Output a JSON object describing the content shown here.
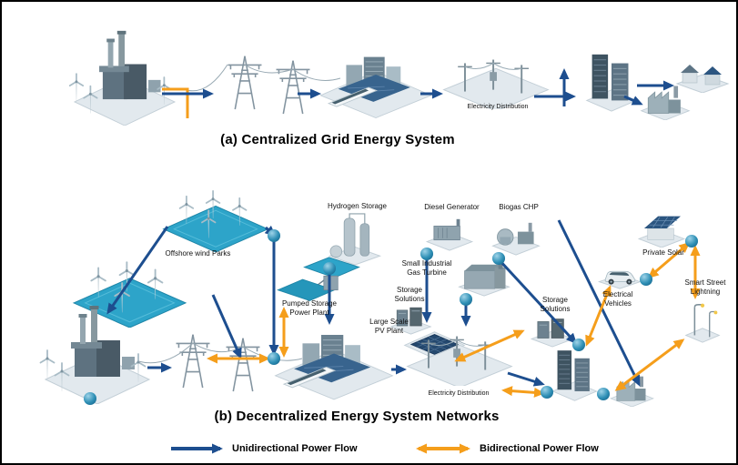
{
  "sections": {
    "a": {
      "title": "(a) Centralized Grid Energy System",
      "distribution_label": "Electricity Distribution"
    },
    "b": {
      "title": "(b) Decentralized Energy System Networks",
      "labels": {
        "offshore_wind": "Offshore wind Parks",
        "hydrogen_storage": "Hydrogen Storage",
        "diesel_generator": "Diesel Generator",
        "biogas_chp": "Biogas CHP",
        "private_solar": "Private Solar",
        "small_gas_turbine": "Small Industrial Gas Turbine",
        "pumped_storage": "Pumped Storage Power Plant",
        "storage_solutions_1": "Storage Solutions",
        "large_scale_pv": "Large Scale PV Plant",
        "storage_solutions_2": "Storage Solutions",
        "electrical_vehicles": "Electrical Vehicles",
        "smart_street_lighting": "Smart Street Lightning",
        "electricity_distribution": "Electricity Distribution"
      }
    }
  },
  "legend": {
    "unidirectional": "Unidirectional Power Flow",
    "bidirectional": "Bidirectional Power Flow"
  },
  "colors": {
    "unidirectional_flow": "#1d4e8f",
    "bidirectional_flow": "#f59e1b",
    "water": "#2da4c9",
    "connection_node": "#2e8fb5"
  }
}
